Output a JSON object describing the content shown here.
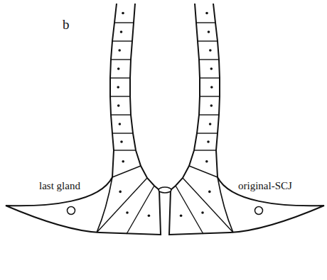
{
  "diagram": {
    "labels": [
      "b",
      "last gland",
      "original-SCJ"
    ]
  }
}
